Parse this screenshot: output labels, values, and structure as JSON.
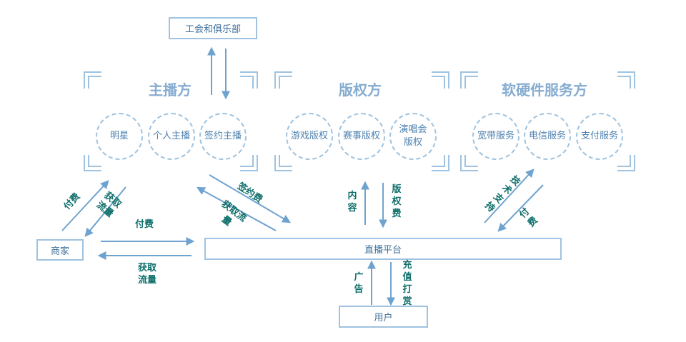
{
  "top_box": "工会和俱乐部",
  "groups": {
    "anchor": {
      "title": "主播方",
      "items": [
        "明星",
        "个人主播",
        "签约主播"
      ]
    },
    "copyright": {
      "title": "版权方",
      "items": [
        "游戏版权",
        "赛事版权",
        "演唱会版权"
      ]
    },
    "service": {
      "title": "软硬件服务方",
      "items": [
        "宽带服务",
        "电信服务",
        "支付服务"
      ]
    }
  },
  "platform": "直播平台",
  "merchant": "商家",
  "user": "用户",
  "labels": {
    "merchant_up_pay": "付费",
    "merchant_down_traffic": "获取流量",
    "merchant_to_platform": "付费",
    "platform_to_merchant": "获取流量",
    "anchor_sign_fee": "签约费",
    "anchor_get_traffic": "获取流量",
    "content": "内容",
    "copyright_fee": "版权费",
    "tech_support": "技术支持",
    "service_pay": "付费",
    "ads": "广告",
    "recharge_reward": "充值打赏"
  },
  "colors": {
    "line": "#6fa3cf",
    "border": "#9fc3e0",
    "label": "#0e6e6a",
    "title": "#86acd0"
  }
}
